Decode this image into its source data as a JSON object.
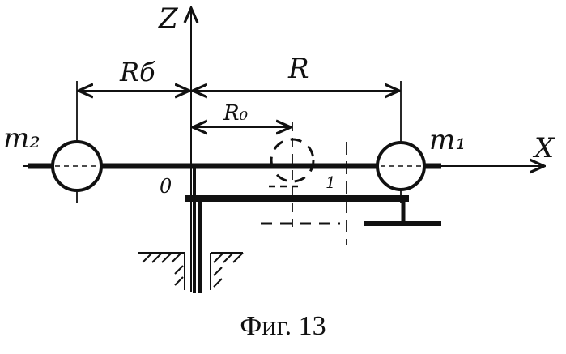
{
  "labels": {
    "z_axis": "Z",
    "x_axis": "X",
    "origin": "0",
    "r_b": "Rб",
    "r": "R",
    "r_0": "R₀",
    "m2": "m₂",
    "m1": "m₁",
    "point_1": "1"
  },
  "caption": "Фиг. 13",
  "colors": {
    "ink": "#111111",
    "paper": "#ffffff"
  }
}
